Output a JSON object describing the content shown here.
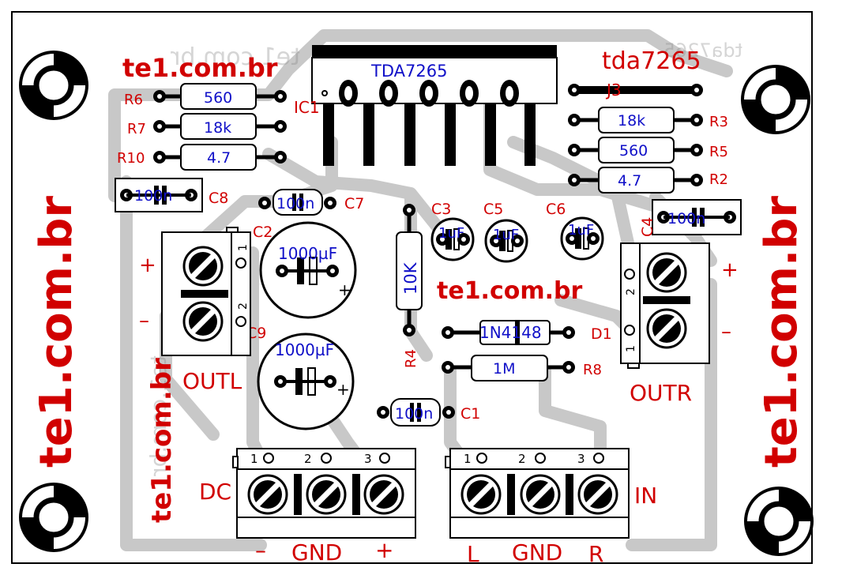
{
  "board": {
    "ic": {
      "ref": "IC1",
      "value": "TDA7265"
    },
    "watermarks": {
      "top_left": "te1.com.br",
      "top_right": "tda7265",
      "center": "te1.com.br",
      "left_vertical": "te1.com.br",
      "right_vertical": "te1.com.br",
      "bottom_left_vertical": "te1.com.br",
      "mirrored_top_left": "te1.com.br",
      "mirrored_top_right": "tda7265",
      "mirrored_bottom_left": "te1.com.br"
    },
    "jumper": "J3",
    "resistors": {
      "R6": {
        "ref": "R6",
        "value": "560"
      },
      "R7": {
        "ref": "R7",
        "value": "18k"
      },
      "R10": {
        "ref": "R10",
        "value": "4.7"
      },
      "R3": {
        "ref": "R3",
        "value": "18k"
      },
      "R5": {
        "ref": "R5",
        "value": "560"
      },
      "R2": {
        "ref": "R2",
        "value": "4.7"
      },
      "R4": {
        "ref": "R4",
        "value": "10K"
      },
      "R8": {
        "ref": "R8",
        "value": "1M"
      }
    },
    "diode": {
      "ref": "D1",
      "value": "1N4148"
    },
    "capacitors": {
      "C8": {
        "ref": "C8",
        "value": "100n"
      },
      "C7": {
        "ref": "C7",
        "value": "100n"
      },
      "C4": {
        "ref": "C4",
        "value": "100n"
      },
      "C1": {
        "ref": "C1",
        "value": "100n"
      },
      "C3": {
        "ref": "C3",
        "value": "1uF"
      },
      "C5": {
        "ref": "C5",
        "value": "1uF"
      },
      "C6": {
        "ref": "C6",
        "value": "1uF"
      },
      "C2": {
        "ref": "C2",
        "value": "1000µF"
      },
      "C9": {
        "ref": "C9",
        "value": "1000µF"
      }
    },
    "connectors": {
      "outl": {
        "ref": "OUTL",
        "plus": "+",
        "minus": "–",
        "pin1": "1",
        "pin2": "2"
      },
      "outr": {
        "ref": "OUTR",
        "plus": "+",
        "minus": "–",
        "pin1": "1",
        "pin2": "2"
      },
      "dc": {
        "ref": "DC",
        "pin1": "1",
        "pin2": "2",
        "pin3": "3",
        "label_minus": "–",
        "label_gnd": "GND",
        "label_plus": "+"
      },
      "in": {
        "ref": "IN",
        "pin1": "1",
        "pin2": "2",
        "pin3": "3",
        "label_l": "L",
        "label_gnd": "GND",
        "label_r": "R"
      }
    },
    "colors": {
      "copper": "#c8c8c8",
      "silk_red": "#d10000",
      "value_blue": "#1010c8",
      "outline": "#000000"
    }
  }
}
